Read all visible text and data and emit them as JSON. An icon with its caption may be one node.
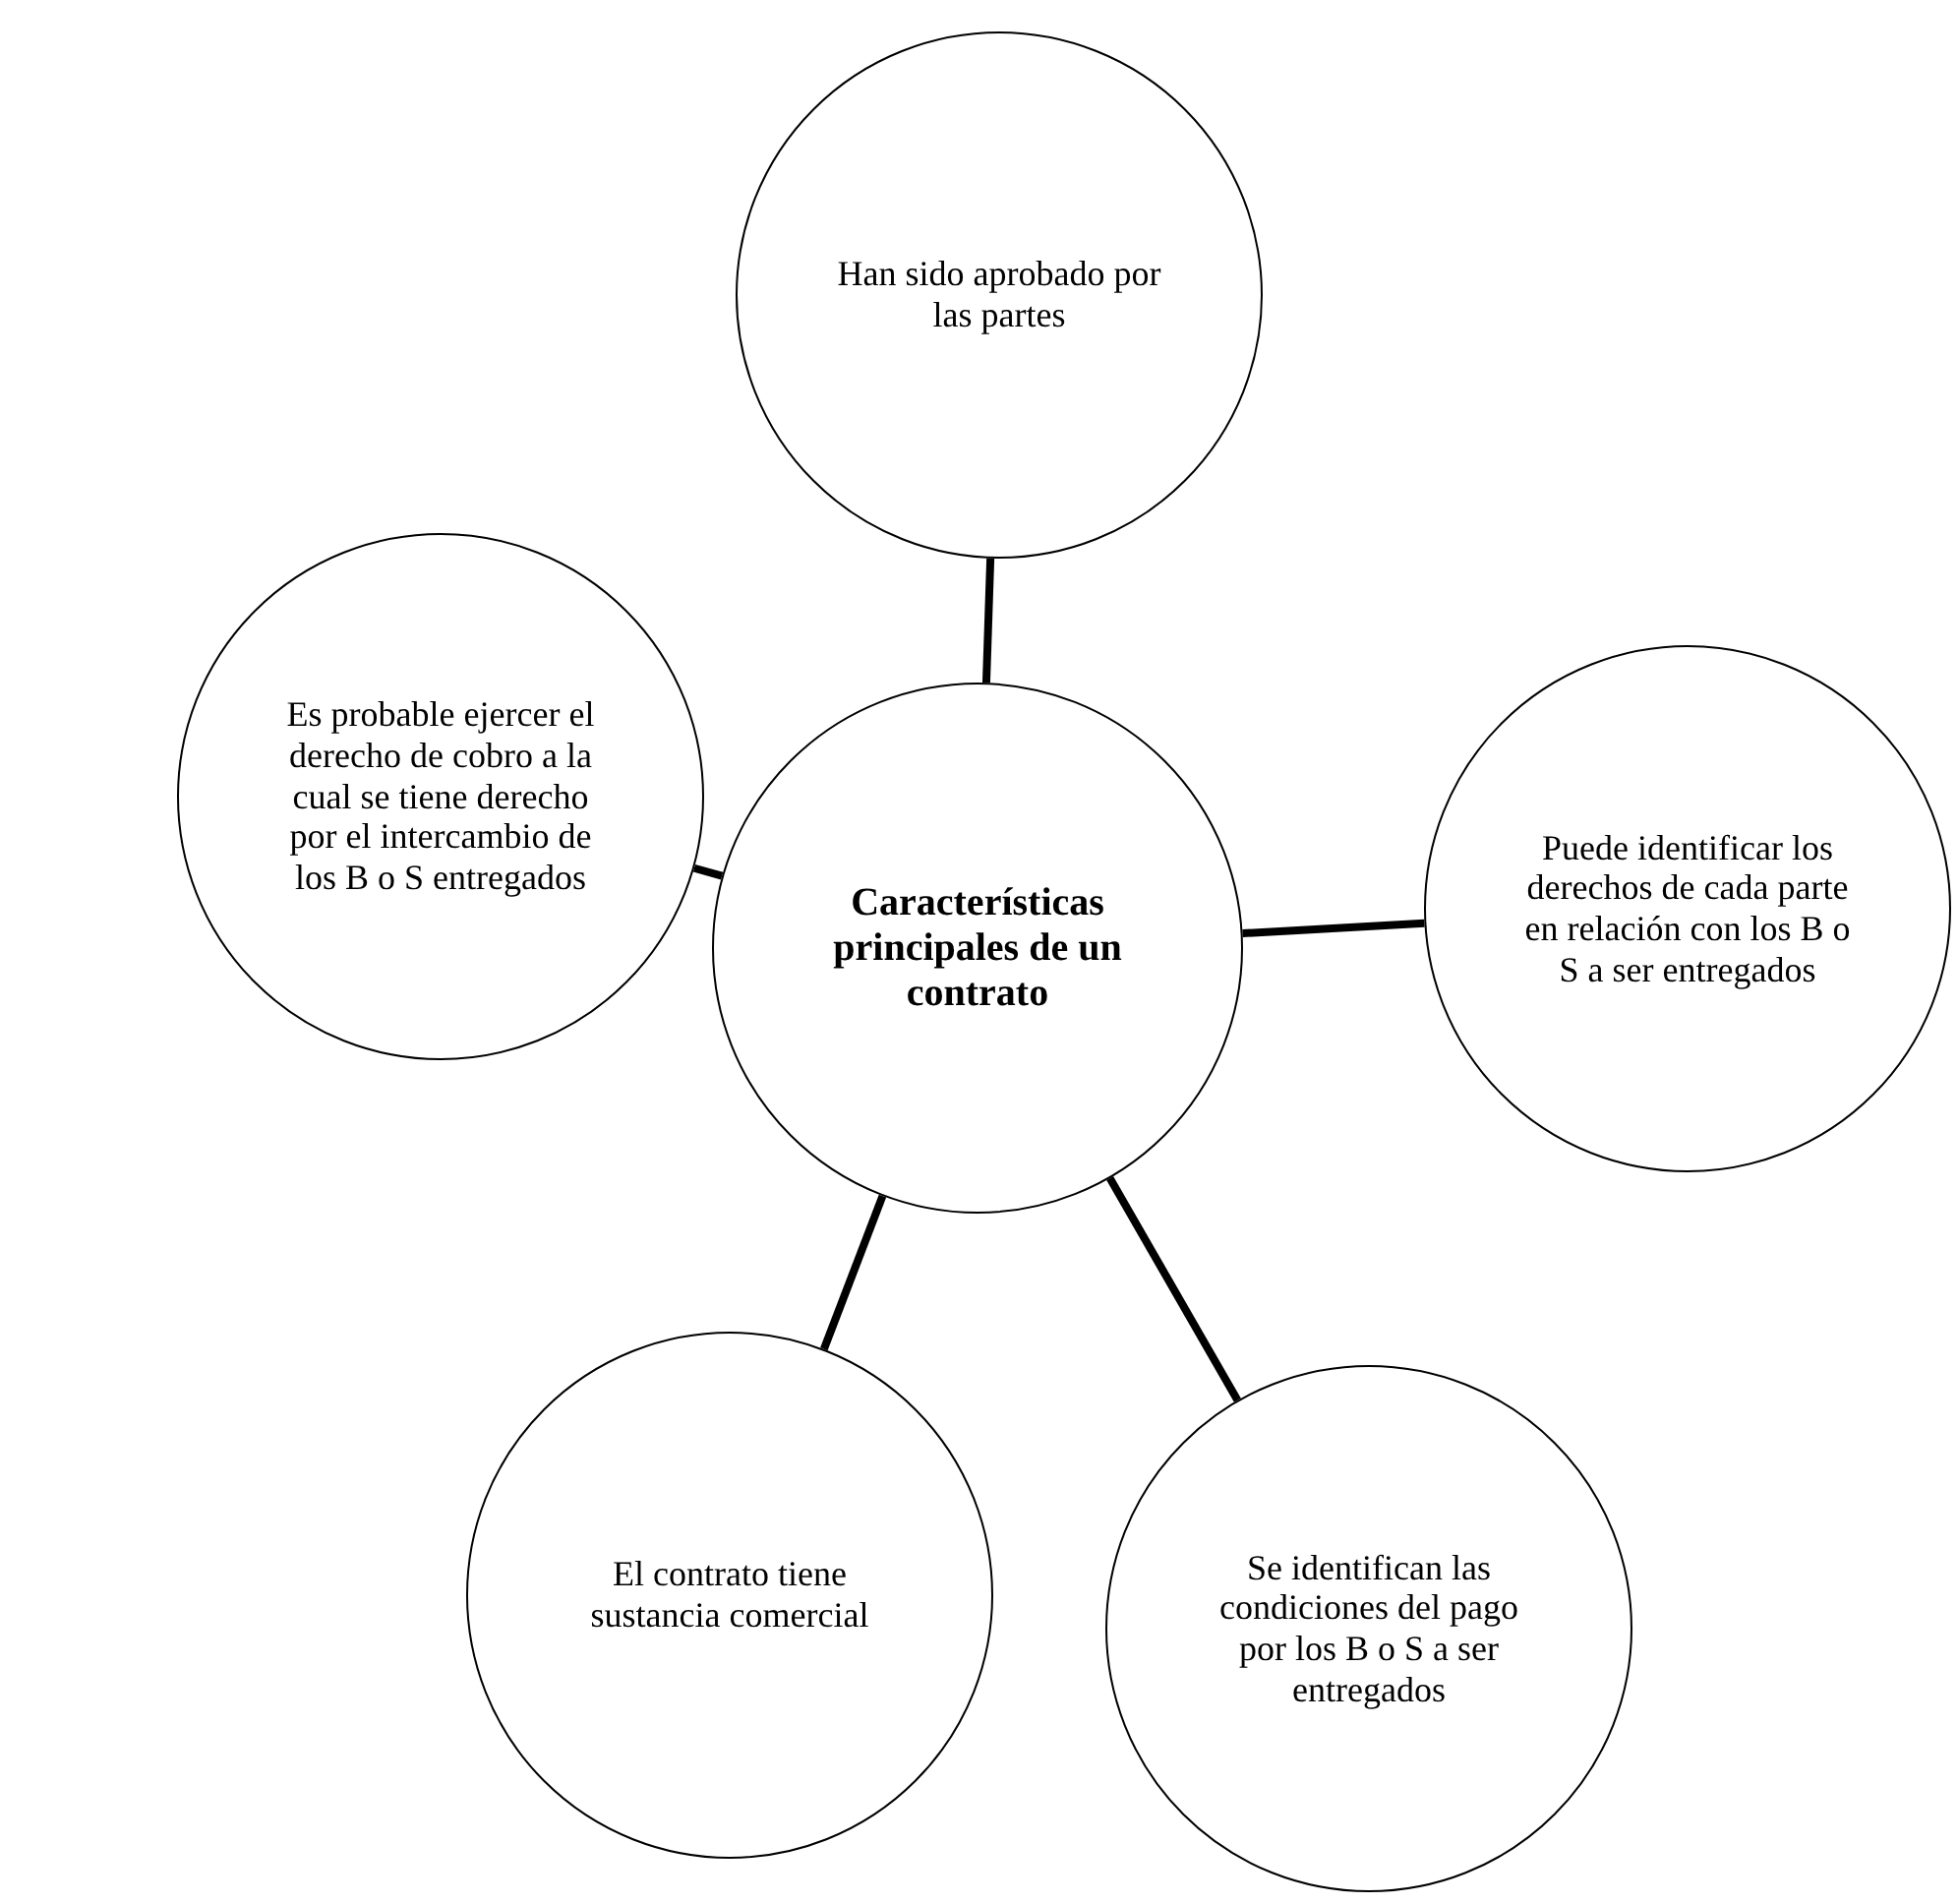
{
  "diagram": {
    "nodes": [
      {
        "text": [
          "Han sido aprobado por las partes"
        ]
      },
      {
        "text": [
          "Es probable ejercer el derecho de cobro a la cual se tiene derecho por el intercambio de los B o S entregados"
        ]
      },
      {
        "text": [
          "Características principales de un contrato"
        ]
      },
      {
        "text": [
          "Puede identificar los derechos de cada parte en relación con los B o S a ser entregados"
        ]
      },
      {
        "text": [
          "El contrato tiene sustancia comercial"
        ]
      },
      {
        "text": [
          "Se identifican las condiciones del pago por los B o S a ser entregados"
        ]
      }
    ],
    "edges": [
      {
        "from": 2,
        "to": 0,
        "arrow": "none"
      },
      {
        "from": 2,
        "to": 1,
        "arrow": "none"
      },
      {
        "from": 2,
        "to": 3,
        "arrow": "none"
      },
      {
        "from": 2,
        "to": 4,
        "arrow": "none"
      },
      {
        "from": 2,
        "to": 5,
        "arrow": "none"
      }
    ]
  }
}
